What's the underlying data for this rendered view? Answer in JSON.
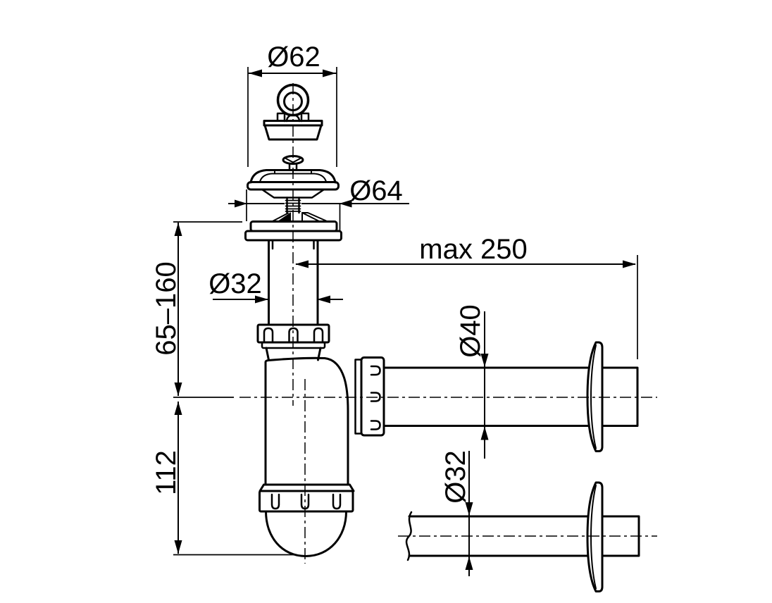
{
  "drawing": {
    "type": "technical-dimension-drawing",
    "subject": "washbasin bottle trap with plug, strainer and wall outlet pipes",
    "background_color": "#ffffff",
    "line_color": "#000000",
    "labels": {
      "plug_diameter": "Ø62",
      "strainer_flange_diameter": "Ø64",
      "inlet_pipe_diameter": "Ø32",
      "outlet_max_length": "max 250",
      "outlet_pipe_diameter": "Ø40",
      "wall_pipe_diameter": "Ø32",
      "adjustable_height_range": "65–160",
      "trap_body_height": "112"
    }
  }
}
